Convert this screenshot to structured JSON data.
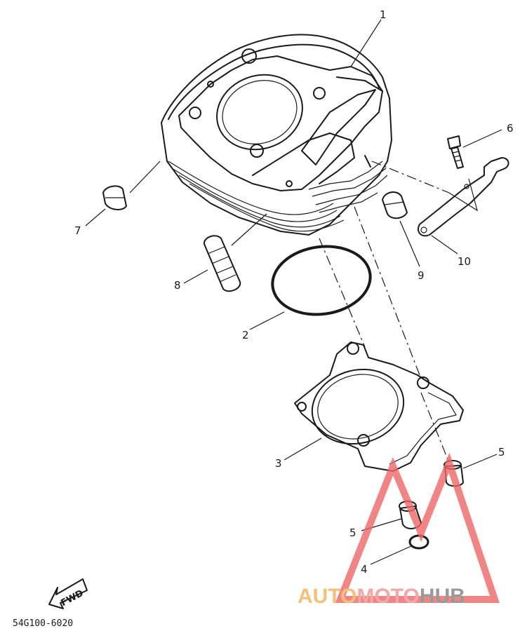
{
  "callouts": [
    {
      "id": "1",
      "text": "1"
    },
    {
      "id": "2",
      "text": "2"
    },
    {
      "id": "3",
      "text": "3"
    },
    {
      "id": "4",
      "text": "4"
    },
    {
      "id": "5a",
      "text": "5"
    },
    {
      "id": "5b",
      "text": "5"
    },
    {
      "id": "6",
      "text": "6"
    },
    {
      "id": "7",
      "text": "7"
    },
    {
      "id": "8",
      "text": "8"
    },
    {
      "id": "9",
      "text": "9"
    },
    {
      "id": "10",
      "text": "10"
    }
  ],
  "fwd_label": "FWD",
  "part_code": "54G100-6020",
  "watermark": {
    "part1": "AUTO",
    "part2": "MOTO",
    "part3": "HUB",
    "colors": {
      "auto": "#f4c07a",
      "moto": "#f0a8a8",
      "hub": "#9a9a9a",
      "logo": "#ee6666"
    }
  }
}
